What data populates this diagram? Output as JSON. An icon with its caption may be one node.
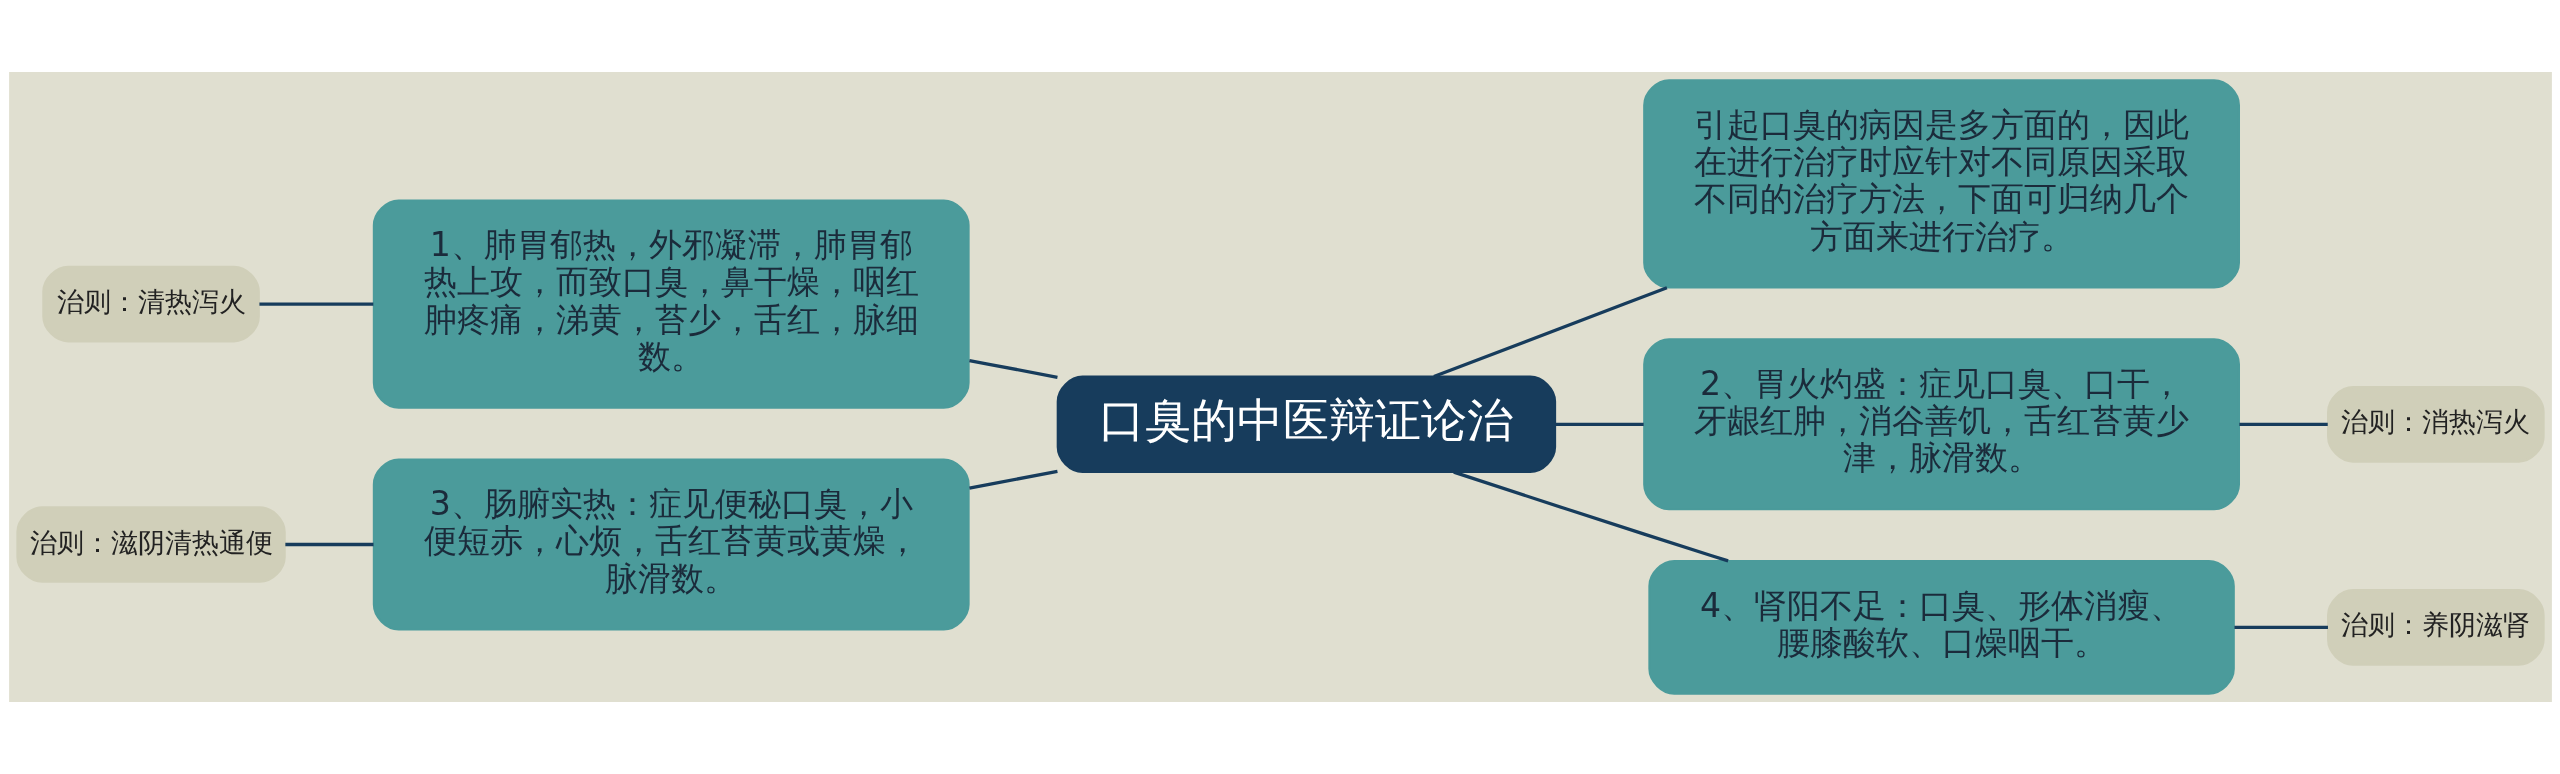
{
  "diagram": {
    "nodes": [
      {
        "text": [
          "口臭的中医辩证论治"
        ]
      },
      {
        "text": [
          "引起口臭的病因是多方面的，因此在进行治疗时应针对不同原因采取不同的治疗方法，下面可归纳几个方面来进行治疗。"
        ]
      },
      {
        "text": [
          "1、肺胃郁热，外邪凝滞，肺胃郁热上攻，而致口臭，鼻干燥，咽红肿疼痛，涕黄，苔少，舌红，脉细数。"
        ]
      },
      {
        "text": [
          "治则：清热泻火"
        ]
      },
      {
        "text": [
          "2、胃火灼盛：症见口臭、口干，牙龈红肿，消谷善饥，舌红苔黄少津，脉滑数。"
        ]
      },
      {
        "text": [
          "治则：消热泻火"
        ]
      },
      {
        "text": [
          "3、肠腑实热：症见便秘口臭，小便短赤，心烦，舌红苔黄或黄燥，脉滑数。"
        ]
      },
      {
        "text": [
          "治则：滋阴清热通便"
        ]
      },
      {
        "text": [
          "4、肾阳不足：口臭、形体消瘦、腰膝酸软、口燥咽干。"
        ]
      },
      {
        "text": [
          "治则：养阴滋肾"
        ]
      }
    ],
    "edges": [
      {
        "from": 0,
        "to": 1,
        "arrow": "none"
      },
      {
        "from": 0,
        "to": 2,
        "arrow": "none"
      },
      {
        "from": 2,
        "to": 3,
        "arrow": "none"
      },
      {
        "from": 0,
        "to": 4,
        "arrow": "none"
      },
      {
        "from": 4,
        "to": 5,
        "arrow": "none"
      },
      {
        "from": 0,
        "to": 6,
        "arrow": "none"
      },
      {
        "from": 6,
        "to": 7,
        "arrow": "none"
      },
      {
        "from": 0,
        "to": 8,
        "arrow": "none"
      },
      {
        "from": 8,
        "to": 9,
        "arrow": "none"
      }
    ]
  }
}
